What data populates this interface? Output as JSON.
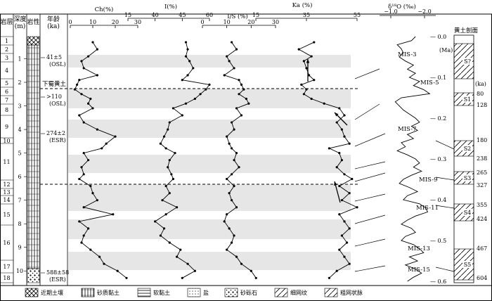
{
  "headers": {
    "layer": "岩层",
    "depth": "深度\n(m)",
    "lithology": "岩性",
    "age": "年龄\n(ka)",
    "ch": "Ch(%)",
    "i": "I(%)",
    "is": "I/S (%)",
    "ka": "Ka (%)",
    "d18o": "δ¹⁸O (‰)",
    "loess": "黄土剖面"
  },
  "axis_ticks": {
    "ch": [
      "0",
      "10",
      "20",
      "30"
    ],
    "i": [
      "15",
      "40",
      "45",
      "60"
    ],
    "is": [
      "0",
      "10",
      "20",
      "30"
    ],
    "ka": [
      "15",
      "35",
      "55"
    ],
    "d18o": [
      "−1.0",
      "−2.0"
    ]
  },
  "layer_numbers": [
    "1",
    "2",
    "3",
    "4",
    "5",
    "6",
    "7",
    "8",
    "9",
    "10",
    "11",
    "12",
    "13",
    "14",
    "15",
    "16",
    "17",
    "18"
  ],
  "depth_ticks": [
    "1",
    "2",
    "3",
    "4",
    "5",
    "6",
    "7",
    "8",
    "9",
    "10"
  ],
  "age_labels": [
    {
      "main": "41±5",
      "method": "(OSL)"
    },
    {
      "main": ">110",
      "method": "(OSL)"
    },
    {
      "main": "274±2",
      "method": "(ESR)"
    },
    {
      "main": "588±58",
      "method": "(ESR)"
    }
  ],
  "marker_label": "下蜀黄土",
  "marine_age_ticks": [
    "0.0",
    "0.1",
    "0.2",
    "0.3",
    "0.4",
    "0.5",
    "0.6"
  ],
  "marine_unit": "(Ma)",
  "mis_labels": [
    "MIS-3",
    "MIS-5",
    "MIS-7",
    "MIS-9",
    "MIS-11",
    "MIS-13",
    "MIS-15"
  ],
  "loess_unit": "(ka)",
  "loess_ages": [
    "80",
    "128",
    "180",
    "238",
    "265",
    "327",
    "355",
    "424",
    "467",
    "604"
  ],
  "paleosols": [
    "S?",
    "S1",
    "S2",
    "S3",
    "S4",
    "S5"
  ],
  "legend": [
    {
      "name": "近期土壤",
      "pattern": "crosshatch"
    },
    {
      "name": "砂质黏土",
      "pattern": "vertical"
    },
    {
      "name": "软黏土",
      "pattern": "horizontal"
    },
    {
      "name": "盐",
      "pattern": "dots"
    },
    {
      "name": "砂砾石",
      "pattern": "gravel"
    },
    {
      "name": "细网纹",
      "pattern": "fine-net"
    },
    {
      "name": "粗网状脉",
      "pattern": "coarse-net"
    }
  ],
  "chart_data": {
    "type": "line",
    "y_axis": "depth (m)",
    "ylim": [
      0,
      10.5
    ],
    "series": [
      {
        "name": "Ch(%)",
        "xlim": [
          0,
          30
        ],
        "depth": [
          0.3,
          0.6,
          0.9,
          1.1,
          1.4,
          1.7,
          1.9,
          2.1,
          2.3,
          2.5,
          2.7,
          2.9,
          3.1,
          3.4,
          3.7,
          4.0,
          4.3,
          4.6,
          4.8,
          5.0,
          5.3,
          5.6,
          5.9,
          6.1,
          6.4,
          6.7,
          7.0,
          7.3,
          7.6,
          7.9,
          8.2,
          8.5,
          8.8,
          9.1,
          9.4,
          9.7,
          10.0,
          10.3
        ],
        "values": [
          10,
          12,
          8,
          5,
          6,
          12,
          4,
          3,
          2,
          5,
          9,
          8,
          10,
          4,
          6,
          12,
          20,
          16,
          14,
          6,
          8,
          5,
          6,
          4,
          9,
          10,
          12,
          6,
          19,
          4,
          8,
          6,
          5,
          9,
          13,
          15,
          21,
          25
        ]
      },
      {
        "name": "I(%)",
        "xlim": [
          15,
          60
        ],
        "depth": [
          0.3,
          0.6,
          0.9,
          1.1,
          1.4,
          1.7,
          1.9,
          2.1,
          2.3,
          2.5,
          2.7,
          2.9,
          3.1,
          3.4,
          3.7,
          4.0,
          4.3,
          4.6,
          4.8,
          5.0,
          5.3,
          5.6,
          5.9,
          6.1,
          6.4,
          6.7,
          7.0,
          7.3,
          7.6,
          7.9,
          8.2,
          8.5,
          8.8,
          9.1,
          9.4,
          9.7,
          10.0,
          10.3
        ],
        "values": [
          47,
          48,
          47,
          49,
          51,
          48,
          45,
          60,
          58,
          55,
          52,
          47,
          40,
          45,
          38,
          37,
          35,
          33,
          36,
          41,
          38,
          37,
          39,
          40,
          36,
          38,
          34,
          42,
          36,
          30,
          35,
          33,
          38,
          44,
          42,
          48,
          52,
          45
        ]
      },
      {
        "name": "I/S (%)",
        "xlim": [
          0,
          30
        ],
        "depth": [
          0.3,
          0.6,
          0.9,
          1.1,
          1.4,
          1.7,
          1.9,
          2.1,
          2.3,
          2.5,
          2.7,
          2.9,
          3.1,
          3.4,
          3.7,
          4.0,
          4.3,
          4.6,
          4.8,
          5.0,
          5.3,
          5.6,
          5.9,
          6.1,
          6.4,
          6.7,
          7.0,
          7.3,
          7.6,
          7.9,
          8.2,
          8.5,
          8.8,
          9.1,
          9.4,
          9.7,
          10.0,
          10.3
        ],
        "values": [
          12,
          14,
          10,
          11,
          13,
          9,
          15,
          16,
          17,
          15,
          18,
          19,
          14,
          16,
          12,
          13,
          10,
          11,
          12,
          14,
          13,
          15,
          12,
          10,
          13,
          11,
          12,
          14,
          10,
          9,
          11,
          13,
          12,
          10,
          14,
          16,
          20,
          22
        ]
      },
      {
        "name": "Ka (%)",
        "xlim": [
          15,
          55
        ],
        "depth": [
          0.3,
          0.6,
          0.9,
          1.1,
          1.4,
          1.7,
          1.9,
          2.1,
          2.3,
          2.5,
          2.7,
          2.9,
          3.1,
          3.4,
          3.7,
          4.0,
          4.3,
          4.6,
          4.8,
          5.0,
          5.3,
          5.6,
          5.9,
          6.1,
          6.4,
          6.7,
          7.0,
          7.3,
          7.6,
          7.9,
          8.2,
          8.5,
          8.8,
          9.1,
          9.4,
          9.7,
          10.0,
          10.3
        ],
        "values": [
          38,
          32,
          37,
          34,
          35,
          36,
          38,
          33,
          35,
          34,
          37,
          42,
          48,
          50,
          47,
          49,
          50,
          52,
          44,
          48,
          49,
          47,
          50,
          53,
          48,
          52,
          49,
          55,
          48,
          50,
          52,
          49,
          51,
          48,
          50,
          52,
          47,
          44
        ]
      },
      {
        "name": "δ¹⁸O (‰)",
        "xlim": [
          0.0,
          -2.6
        ],
        "depth_ma": [
          0.0,
          0.01,
          0.02,
          0.03,
          0.04,
          0.05,
          0.06,
          0.07,
          0.08,
          0.09,
          0.1,
          0.11,
          0.12,
          0.13,
          0.14,
          0.15,
          0.16,
          0.17,
          0.18,
          0.19,
          0.2,
          0.21,
          0.22,
          0.23,
          0.24,
          0.25,
          0.26,
          0.27,
          0.28,
          0.29,
          0.3,
          0.31,
          0.32,
          0.33,
          0.34,
          0.35,
          0.36,
          0.37,
          0.38,
          0.39,
          0.4,
          0.41,
          0.42,
          0.43,
          0.44,
          0.45,
          0.46,
          0.47,
          0.48,
          0.49,
          0.5,
          0.51,
          0.52,
          0.53,
          0.54,
          0.55,
          0.56,
          0.57,
          0.58,
          0.59,
          0.6
        ],
        "values": [
          -1.6,
          -1.4,
          -0.7,
          -0.9,
          -1.0,
          -0.8,
          -1.1,
          -1.5,
          -1.2,
          -1.6,
          -1.3,
          -1.8,
          -1.5,
          -2.0,
          -2.3,
          -0.9,
          -0.6,
          -0.8,
          -1.0,
          -1.3,
          -1.6,
          -1.8,
          -1.4,
          -1.7,
          -1.2,
          -1.5,
          -0.9,
          -1.1,
          -0.7,
          -1.2,
          -1.6,
          -1.8,
          -1.5,
          -1.9,
          -1.4,
          -1.0,
          -0.8,
          -1.3,
          -1.7,
          -1.2,
          -1.0,
          -1.8,
          -2.1,
          -2.2,
          -1.6,
          -1.2,
          -0.9,
          -1.4,
          -1.6,
          -1.1,
          -0.9,
          -1.5,
          -1.8,
          -2.0,
          -1.3,
          -1.7,
          -1.1,
          -1.6,
          -1.9,
          -1.5,
          -1.2
        ]
      }
    ]
  }
}
